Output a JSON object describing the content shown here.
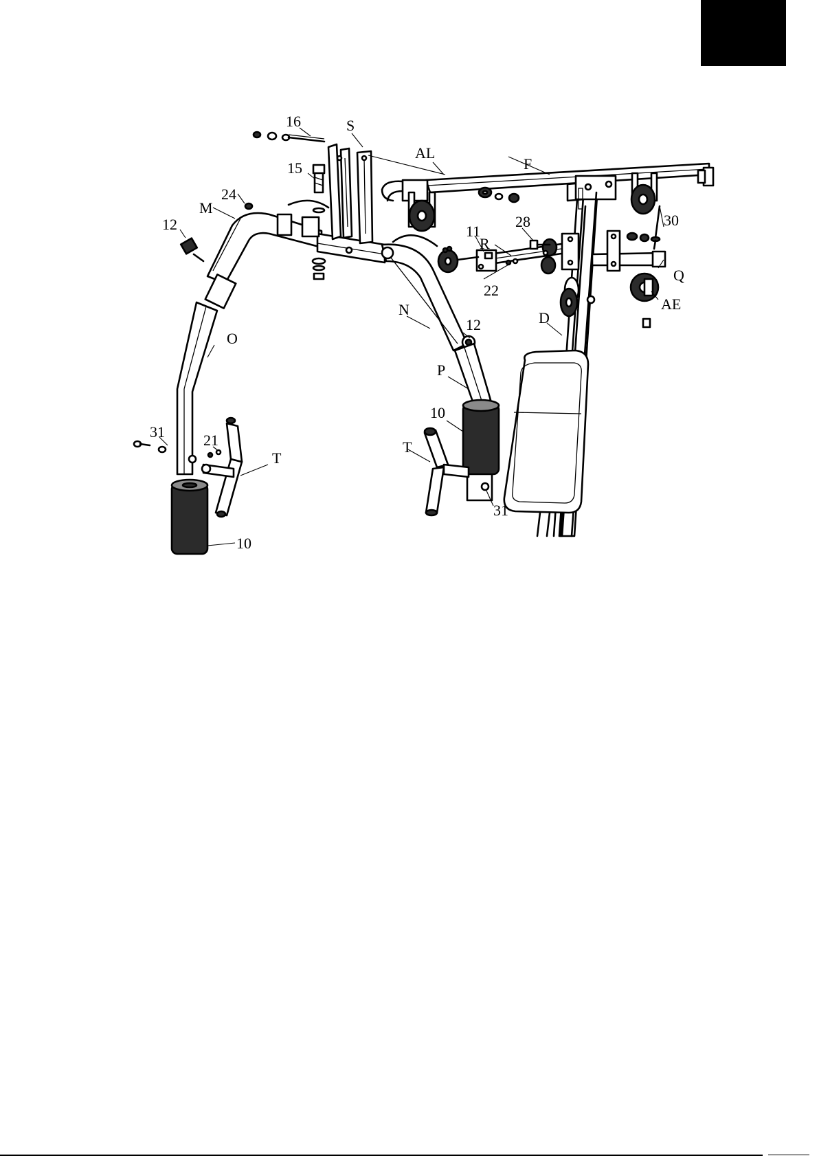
{
  "labels": {
    "l16": "16",
    "lS": "S",
    "lAL": "AL",
    "lF": "F",
    "l15": "15",
    "l24": "24",
    "lM": "M",
    "l12a": "12",
    "l28": "28",
    "l30": "30",
    "l11": "11",
    "lR": "R",
    "lQ": "Q",
    "l22": "22",
    "lAE": "AE",
    "lN": "N",
    "l12b": "12",
    "lD": "D",
    "lO": "O",
    "lP": "P",
    "l10a": "10",
    "l31a": "31",
    "l21": "21",
    "lTa": "T",
    "lTb": "T",
    "l31b": "31",
    "l10b": "10"
  }
}
